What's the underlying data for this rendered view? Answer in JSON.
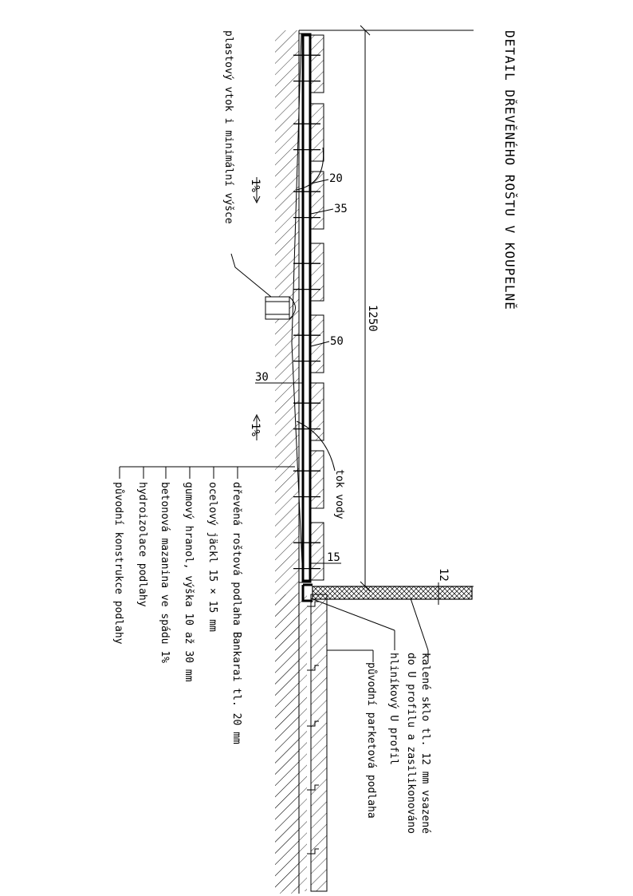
{
  "title": "DETAIL DŘEVĚNÉHO ROŠTU V KOUPELNĚ",
  "dimensions": {
    "total_length": "1250",
    "d20": "20",
    "d35": "35",
    "d50": "50",
    "d30": "30",
    "d15": "15",
    "d12": "12"
  },
  "slope_labels": {
    "upper": "1%",
    "lower": "1%"
  },
  "annotations": {
    "drain": "plastový vtok i minimální výšce",
    "water_flow": "tok vody"
  },
  "layers": [
    "dřevěná roštová podlaha Bankarai tl. 20 mm",
    "ocelový jäckl 15 × 15 mm",
    "gumový hranol, výška 10 až 30 mm",
    "betonová mazanina ve spádu 1%",
    "hydroizolace podlahy",
    "původní konstrukce podlahy"
  ],
  "right_labels": {
    "glass_line1": "kalené sklo tl. 12 mm vsazené",
    "glass_line2": "do U profilu a zasilikonováno",
    "profile": "hliníkový U profil",
    "parquet": "původní parketová podlaha"
  }
}
